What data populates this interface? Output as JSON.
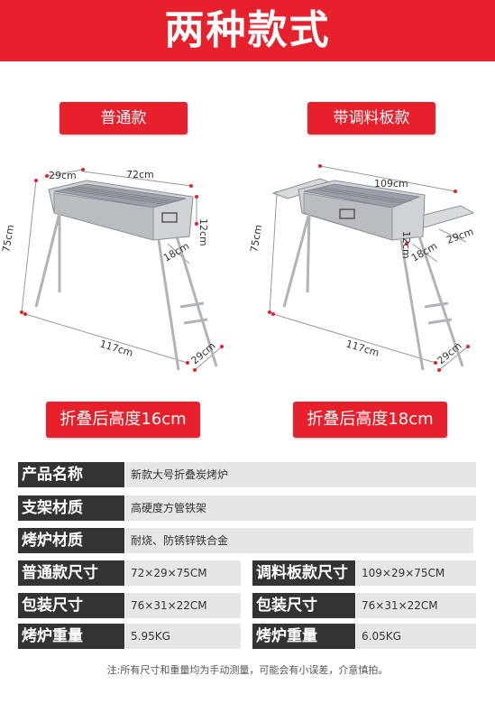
{
  "banner": {
    "title": "两种款式"
  },
  "styles": [
    {
      "name": "普通款",
      "dims": {
        "length": "72cm",
        "width": "29cm",
        "height": "75cm",
        "depth": "12cm",
        "leg": "18cm",
        "diag": "117cm",
        "base": "29cm"
      },
      "fold": "折叠后高度16cm"
    },
    {
      "name": "带调料板款",
      "dims": {
        "length": "109cm",
        "width": "29cm",
        "height": "75cm",
        "depth": "12cm",
        "leg": "18cm",
        "diag": "117cm",
        "base": "29cm"
      },
      "fold": "折叠后高度18cm"
    }
  ],
  "specs": {
    "product_name": {
      "label": "产品名称",
      "value": "新款大号折叠炭烤炉"
    },
    "stand_material": {
      "label": "支架材质",
      "value": "高硬度方管铁架"
    },
    "stove_material": {
      "label": "烤炉材质",
      "value": "耐烧、防锈锌铁合金"
    },
    "size_left": {
      "label": "普通款尺寸",
      "value": "72×29×75CM"
    },
    "size_right": {
      "label": "调料板款尺寸",
      "value": "109×29×75CM"
    },
    "pack_left": {
      "label": "包装尺寸",
      "value": "76×31×22CM"
    },
    "pack_right": {
      "label": "包装尺寸",
      "value": "76×31×22CM"
    },
    "weight_left": {
      "label": "烤炉重量",
      "value": "5.95KG"
    },
    "weight_right": {
      "label": "烤炉重量",
      "value": "6.05KG"
    }
  },
  "note": "注:所有尺寸和重量均为手动测量，可能会有小误差，介意慎拍。"
}
